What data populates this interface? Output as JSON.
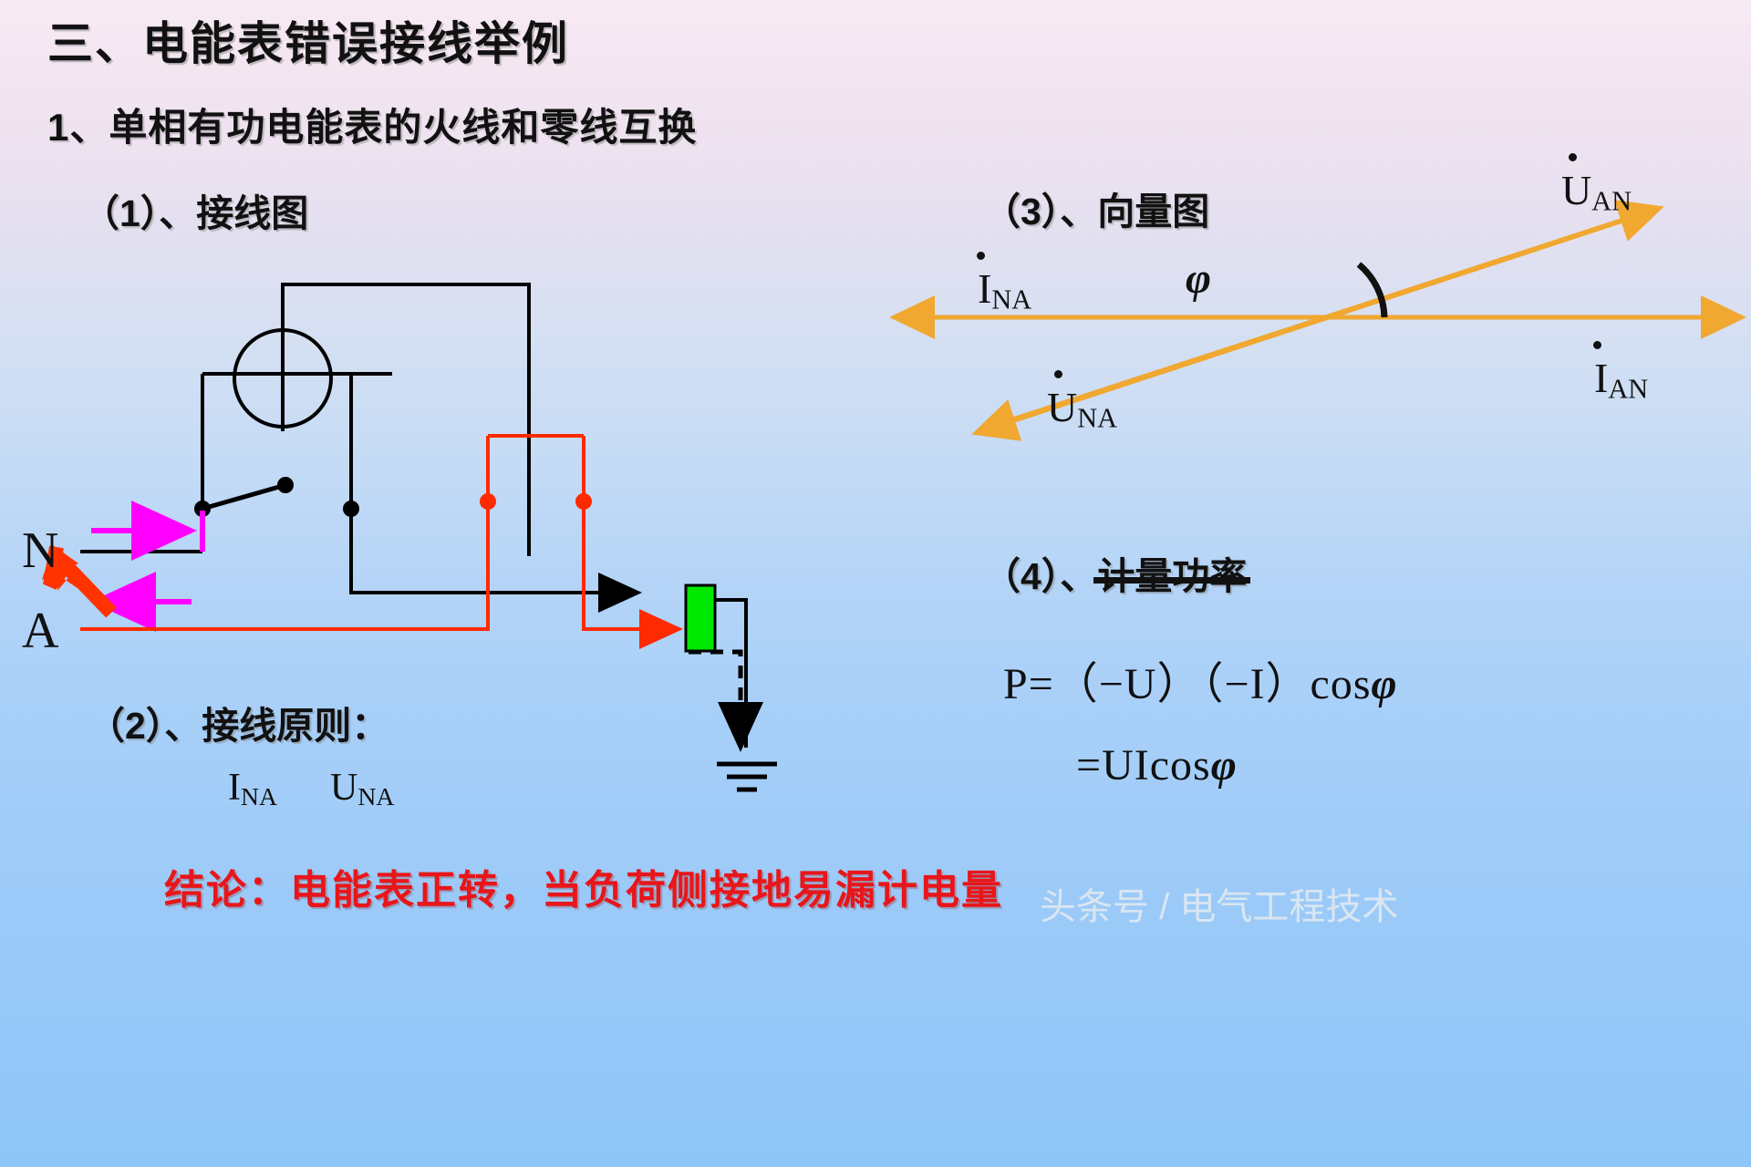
{
  "slide": {
    "title": "三、电能表错误接线举例",
    "subtitle": "1、单相有功电能表的火线和零线互换",
    "conclusion": "结论：电能表正转，当负荷侧接地易漏计电量",
    "watermark": "头条号 / 电气工程技术"
  },
  "sections": {
    "wiring_diagram": "（1）、接线图",
    "wiring_principle": "（2）、接线原则：",
    "vector_diagram": "（3）、向量图",
    "measured_power": "（4）、",
    "measured_power_struck": "计量功率"
  },
  "wiring": {
    "terminal_n": "N",
    "terminal_a": "A",
    "principle_items": [
      {
        "symbol": "I",
        "sub": "NA"
      },
      {
        "symbol": "U",
        "sub": "NA"
      }
    ],
    "colors": {
      "neutral_wire": "#000000",
      "live_wire": "#ff2a00",
      "current_arrow": "#ff00ff",
      "source_arrow": "#ff3300",
      "load_block": "#00e800",
      "ground": "#000000"
    }
  },
  "vector": {
    "arrow_color": "#f0a830",
    "angle_label": "φ",
    "labels": [
      {
        "symbol": "I",
        "sub": "NA",
        "dot": true
      },
      {
        "symbol": "U",
        "sub": "NA",
        "dot": true
      },
      {
        "symbol": "U",
        "sub": "AN",
        "dot": true
      },
      {
        "symbol": "I",
        "sub": "AN",
        "dot": true
      }
    ]
  },
  "formulas": {
    "line1": "P=（−U）（−I）cos",
    "line1_phi": "φ",
    "line2": "=UIcos",
    "line2_phi": "φ"
  }
}
